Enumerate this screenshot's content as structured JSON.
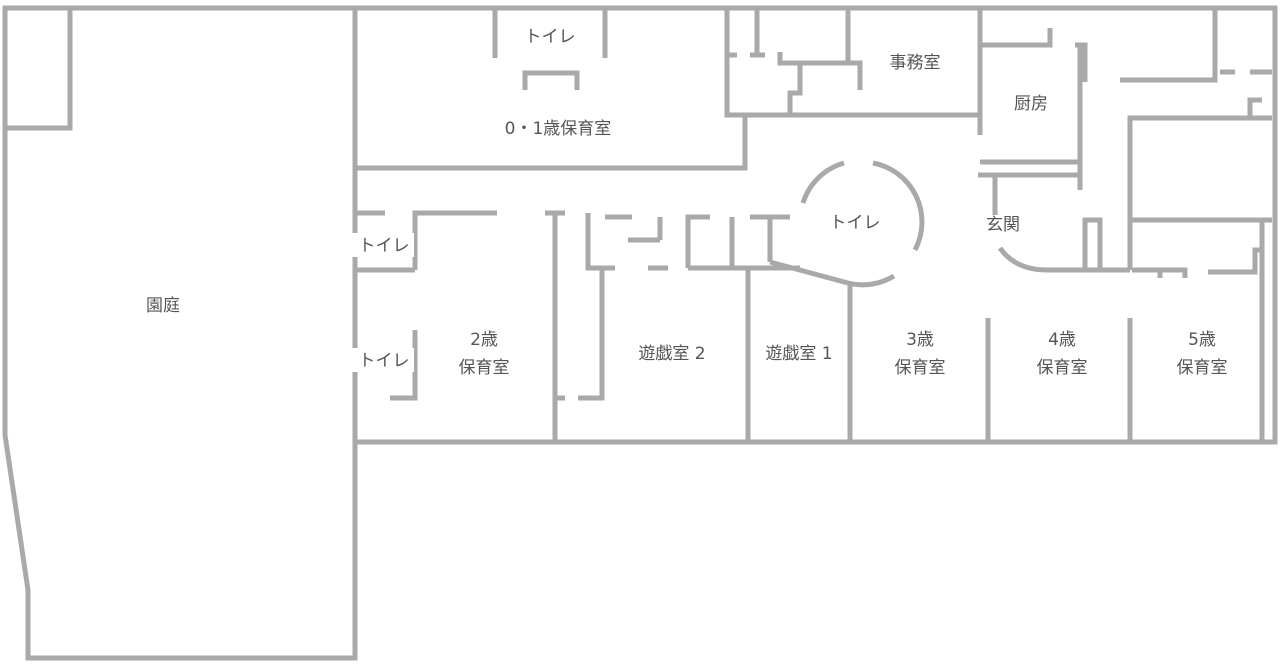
{
  "floorplan": {
    "wall_color": "#a9a9a9",
    "rooms": {
      "garden": "園庭",
      "nursery_01": "0・1歳保育室",
      "toilet_top": "トイレ",
      "office": "事務室",
      "kitchen": "厨房",
      "toilet_center": "トイレ",
      "entrance": "玄関",
      "toilet_left_upper": "トイレ",
      "toilet_left_lower": "トイレ",
      "nursery_2_line1": "2歳",
      "nursery_2_line2": "保育室",
      "playroom_2": "遊戯室 2",
      "playroom_1": "遊戯室 1",
      "nursery_3_line1": "3歳",
      "nursery_3_line2": "保育室",
      "nursery_4_line1": "4歳",
      "nursery_4_line2": "保育室",
      "nursery_5_line1": "5歳",
      "nursery_5_line2": "保育室"
    }
  }
}
